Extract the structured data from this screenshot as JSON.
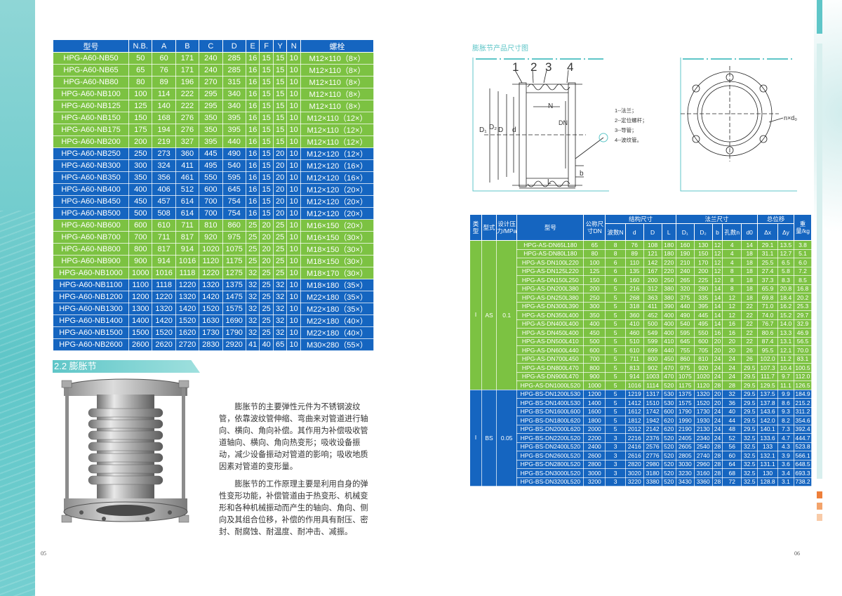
{
  "left_table": {
    "headers": [
      "型号",
      "N.B.",
      "A",
      "B",
      "C",
      "D",
      "E",
      "F",
      "Y",
      "N",
      "螺栓"
    ],
    "rows": [
      {
        "band": "g",
        "cells": [
          "HPG-A60-NB50",
          "50",
          "60",
          "171",
          "240",
          "285",
          "16",
          "15",
          "15",
          "10",
          "M12×110（8×）"
        ]
      },
      {
        "band": "g",
        "cells": [
          "HPG-A60-NB65",
          "65",
          "76",
          "171",
          "240",
          "285",
          "16",
          "15",
          "15",
          "10",
          "M12×110（8×）"
        ]
      },
      {
        "band": "g",
        "cells": [
          "HPG-A60-NB80",
          "80",
          "89",
          "196",
          "270",
          "315",
          "16",
          "15",
          "15",
          "10",
          "M12×110（8×）"
        ]
      },
      {
        "band": "g",
        "cells": [
          "HPG-A60-NB100",
          "100",
          "114",
          "222",
          "295",
          "340",
          "16",
          "15",
          "15",
          "10",
          "M12×110（8×）"
        ]
      },
      {
        "band": "g",
        "cells": [
          "HPG-A60-NB125",
          "125",
          "140",
          "222",
          "295",
          "340",
          "16",
          "15",
          "15",
          "10",
          "M12×110（8×）"
        ]
      },
      {
        "band": "g",
        "cells": [
          "HPG-A60-NB150",
          "150",
          "168",
          "276",
          "350",
          "395",
          "16",
          "15",
          "15",
          "10",
          "M12×110（12×）"
        ]
      },
      {
        "band": "g",
        "cells": [
          "HPG-A60-NB175",
          "175",
          "194",
          "276",
          "350",
          "395",
          "16",
          "15",
          "15",
          "10",
          "M12×110（12×）"
        ]
      },
      {
        "band": "g",
        "cells": [
          "HPG-A60-NB200",
          "200",
          "219",
          "327",
          "395",
          "440",
          "16",
          "15",
          "15",
          "10",
          "M12×110（12×）"
        ]
      },
      {
        "band": "b",
        "cells": [
          "HPG-A60-NB250",
          "250",
          "273",
          "360",
          "445",
          "490",
          "16",
          "15",
          "20",
          "10",
          "M12×120（12×）"
        ]
      },
      {
        "band": "b",
        "cells": [
          "HPG-A60-NB300",
          "300",
          "324",
          "411",
          "495",
          "540",
          "16",
          "15",
          "20",
          "10",
          "M12×120（16×）"
        ]
      },
      {
        "band": "b",
        "cells": [
          "HPG-A60-NB350",
          "350",
          "356",
          "461",
          "550",
          "595",
          "16",
          "15",
          "20",
          "10",
          "M12×120（16×）"
        ]
      },
      {
        "band": "b",
        "cells": [
          "HPG-A60-NB400",
          "400",
          "406",
          "512",
          "600",
          "645",
          "16",
          "15",
          "20",
          "10",
          "M12×120（20×）"
        ]
      },
      {
        "band": "b",
        "cells": [
          "HPG-A60-NB450",
          "450",
          "457",
          "614",
          "700",
          "754",
          "16",
          "15",
          "20",
          "10",
          "M12×120（20×）"
        ]
      },
      {
        "band": "b",
        "cells": [
          "HPG-A60-NB500",
          "500",
          "508",
          "614",
          "700",
          "754",
          "16",
          "15",
          "20",
          "10",
          "M12×120（20×）"
        ]
      },
      {
        "band": "g",
        "cells": [
          "HPG-A60-NB600",
          "600",
          "610",
          "711",
          "810",
          "860",
          "25",
          "20",
          "25",
          "10",
          "M16×150（20×）"
        ]
      },
      {
        "band": "g",
        "cells": [
          "HPG-A60-NB700",
          "700",
          "711",
          "817",
          "920",
          "975",
          "25",
          "20",
          "25",
          "10",
          "M16×150（30×）"
        ]
      },
      {
        "band": "g",
        "cells": [
          "HPG-A60-NB800",
          "800",
          "817",
          "914",
          "1020",
          "1075",
          "25",
          "20",
          "25",
          "10",
          "M18×150（30×）"
        ]
      },
      {
        "band": "g",
        "cells": [
          "HPG-A60-NB900",
          "900",
          "914",
          "1016",
          "1120",
          "1175",
          "25",
          "20",
          "25",
          "10",
          "M18×150（30×）"
        ]
      },
      {
        "band": "g",
        "cells": [
          "HPG-A60-NB1000",
          "1000",
          "1016",
          "1118",
          "1220",
          "1275",
          "32",
          "25",
          "25",
          "10",
          "M18×170（30×）"
        ]
      },
      {
        "band": "b",
        "cells": [
          "HPG-A60-NB1100",
          "1100",
          "1118",
          "1220",
          "1320",
          "1375",
          "32",
          "25",
          "32",
          "10",
          "M18×180（35×）"
        ]
      },
      {
        "band": "b",
        "cells": [
          "HPG-A60-NB1200",
          "1200",
          "1220",
          "1320",
          "1420",
          "1475",
          "32",
          "25",
          "32",
          "10",
          "M22×180（35×）"
        ]
      },
      {
        "band": "b",
        "cells": [
          "HPG-A60-NB1300",
          "1300",
          "1320",
          "1420",
          "1520",
          "1575",
          "32",
          "25",
          "32",
          "10",
          "M22×180（35×）"
        ]
      },
      {
        "band": "b",
        "cells": [
          "HPG-A60-NB1400",
          "1400",
          "1420",
          "1520",
          "1630",
          "1690",
          "32",
          "25",
          "32",
          "10",
          "M22×180（40×）"
        ]
      },
      {
        "band": "b",
        "cells": [
          "HPG-A60-NB1500",
          "1500",
          "1520",
          "1620",
          "1730",
          "1790",
          "32",
          "25",
          "32",
          "10",
          "M22×180（40×）"
        ]
      },
      {
        "band": "b",
        "cells": [
          "HPG-A60-NB2600",
          "2600",
          "2620",
          "2720",
          "2830",
          "2920",
          "41",
          "40",
          "65",
          "10",
          "M30×280（55×）"
        ]
      }
    ]
  },
  "section": {
    "title": "2.2 膨胀节"
  },
  "description": {
    "p1": "膨胀节的主要弹性元件为不锈钢波纹管，依靠波纹管伸缩、弯曲来对管道进行轴向、横向、角向补偿。其作用为补偿吸收管道轴向、横向、角向热变形；吸收设备振动，减少设备振动对管道的影响；吸收地质因素对管道的变形量。",
    "p2": "膨胀节的工作原理主要是利用自身的弹性变形功能，补偿管道由于热变形、机械变形和各种机械振动而产生的轴向、角向、侧向及其组合位移，补偿的作用具有耐压、密封、耐腐蚀、耐温度、耐冲击、减振。"
  },
  "diagram": {
    "title": "膨胀节产品尺寸图",
    "callouts": [
      "1",
      "2",
      "3",
      "4"
    ],
    "legend": [
      "1--法兰；",
      "2--定位螺杆；",
      "3--导管；",
      "4--波纹管。"
    ],
    "dims": [
      "N",
      "DN",
      "D₁",
      "D₂",
      "D",
      "d",
      "b",
      "L",
      "n×d₀"
    ]
  },
  "right_table": {
    "headers": {
      "col_type": "类型",
      "col_form": "型式",
      "col_press": "设计压力/MPa",
      "col_model": "型号",
      "col_dn": "公称尺寸DN",
      "grp_struct": "结构尺寸",
      "grp_flange": "法兰尺寸",
      "grp_disp": "总位移",
      "col_weight": "重量/kg",
      "sub": [
        "波数N",
        "d",
        "D",
        "L",
        "D₁",
        "D₂",
        "b",
        "孔数n",
        "d0",
        "Δx",
        "Δy"
      ]
    },
    "groups": [
      {
        "band": "g",
        "type": "Ⅰ",
        "form": "AS",
        "pressure": "0.1",
        "rows": [
          [
            "HPG-AS-DN65L180",
            "65",
            "8",
            "76",
            "108",
            "180",
            "160",
            "130",
            "12",
            "4",
            "14",
            "29.1",
            "13.5",
            "3.8"
          ],
          [
            "HPG-AS-DN80L180",
            "80",
            "8",
            "89",
            "121",
            "180",
            "190",
            "150",
            "12",
            "4",
            "18",
            "31.1",
            "12.7",
            "5.1"
          ],
          [
            "HPG-AS-DN100L220",
            "100",
            "6",
            "110",
            "142",
            "220",
            "210",
            "170",
            "12",
            "4",
            "18",
            "25.5",
            "6.5",
            "6.0"
          ],
          [
            "HPG-AS-DN125L220",
            "125",
            "6",
            "135",
            "167",
            "220",
            "240",
            "200",
            "12",
            "8",
            "18",
            "27.4",
            "5.8",
            "7.2"
          ],
          [
            "HPG-AS-DN150L250",
            "150",
            "6",
            "160",
            "200",
            "250",
            "265",
            "225",
            "12",
            "8",
            "18",
            "37.3",
            "8.3",
            "8.5"
          ],
          [
            "HPG-AS-DN200L380",
            "200",
            "5",
            "216",
            "312",
            "380",
            "320",
            "280",
            "14",
            "8",
            "18",
            "65.9",
            "20.8",
            "16.8"
          ],
          [
            "HPG-AS-DN250L380",
            "250",
            "5",
            "268",
            "363",
            "380",
            "375",
            "335",
            "14",
            "12",
            "18",
            "69.8",
            "18.4",
            "20.2"
          ],
          [
            "HPG-AS-DN300L390",
            "300",
            "5",
            "318",
            "411",
            "390",
            "440",
            "395",
            "14",
            "12",
            "22",
            "71.0",
            "16.2",
            "25.3"
          ],
          [
            "HPG-AS-DN350L400",
            "350",
            "5",
            "360",
            "452",
            "400",
            "490",
            "445",
            "14",
            "12",
            "22",
            "74.0",
            "15.2",
            "29.7"
          ],
          [
            "HPG-AS-DN400L400",
            "400",
            "5",
            "410",
            "500",
            "400",
            "540",
            "495",
            "14",
            "16",
            "22",
            "76.7",
            "14.0",
            "32.9"
          ],
          [
            "HPG-AS-DN450L400",
            "450",
            "5",
            "460",
            "549",
            "400",
            "595",
            "550",
            "16",
            "16",
            "22",
            "80.6",
            "13.3",
            "46.9"
          ],
          [
            "HPG-AS-DN500L410",
            "500",
            "5",
            "510",
            "599",
            "410",
            "645",
            "600",
            "20",
            "20",
            "22",
            "87.4",
            "13.1",
            "56.5"
          ],
          [
            "HPG-AS-DN600L440",
            "600",
            "5",
            "610",
            "699",
            "440",
            "755",
            "705",
            "20",
            "20",
            "26",
            "95.5",
            "12.1",
            "70.0"
          ],
          [
            "HPG-AS-DN700L450",
            "700",
            "5",
            "711",
            "800",
            "450",
            "860",
            "810",
            "24",
            "24",
            "26",
            "102.0",
            "11.2",
            "83.1"
          ],
          [
            "HPG-AS-DN800L470",
            "800",
            "5",
            "813",
            "902",
            "470",
            "975",
            "920",
            "24",
            "24",
            "29.5",
            "107.3",
            "10.4",
            "100.5"
          ],
          [
            "HPG-AS-DN900L470",
            "900",
            "5",
            "914",
            "1003",
            "470",
            "1075",
            "1020",
            "24",
            "24",
            "29.5",
            "111.7",
            "9.7",
            "112.0"
          ],
          [
            "HPG-AS-DN1000L520",
            "1000",
            "5",
            "1016",
            "1114",
            "520",
            "1175",
            "1120",
            "28",
            "28",
            "29.5",
            "129.5",
            "11.1",
            "126.5"
          ]
        ]
      },
      {
        "band": "b",
        "type": "Ⅰ",
        "form": "BS",
        "pressure": "0.05",
        "rows": [
          [
            "HPG-BS-DN1200L530",
            "1200",
            "5",
            "1219",
            "1317",
            "530",
            "1375",
            "1320",
            "20",
            "32",
            "29.5",
            "137.5",
            "9.9",
            "184.9"
          ],
          [
            "HPG-BS-DN1400L530",
            "1400",
            "5",
            "1412",
            "1510",
            "530",
            "1575",
            "1520",
            "20",
            "36",
            "29.5",
            "137.8",
            "8.6",
            "215.2"
          ],
          [
            "HPG-BS-DN1600L600",
            "1600",
            "5",
            "1612",
            "1742",
            "600",
            "1790",
            "1730",
            "24",
            "40",
            "29.5",
            "143.6",
            "9.3",
            "311.2"
          ],
          [
            "HPG-BS-DN1800L620",
            "1800",
            "5",
            "1812",
            "1942",
            "620",
            "1990",
            "1930",
            "24",
            "44",
            "29.5",
            "142.0",
            "8.2",
            "354.6"
          ],
          [
            "HPG-BS-DN2000L620",
            "2000",
            "5",
            "2012",
            "2142",
            "620",
            "2190",
            "2130",
            "24",
            "48",
            "29.5",
            "140.1",
            "7.3",
            "392.4"
          ],
          [
            "HPG-BS-DN2200L520",
            "2200",
            "3",
            "2216",
            "2376",
            "520",
            "2405",
            "2340",
            "24",
            "52",
            "32.5",
            "133.6",
            "4.7",
            "444.7"
          ],
          [
            "HPG-BS-DN2400L520",
            "2400",
            "3",
            "2416",
            "2576",
            "520",
            "2605",
            "2540",
            "28",
            "56",
            "32.5",
            "133",
            "4.3",
            "523.8"
          ],
          [
            "HPG-BS-DN2600L520",
            "2600",
            "3",
            "2616",
            "2776",
            "520",
            "2805",
            "2740",
            "28",
            "60",
            "32.5",
            "132.1",
            "3.9",
            "566.1"
          ],
          [
            "HPG-BS-DN2800L520",
            "2800",
            "3",
            "2820",
            "2980",
            "520",
            "3030",
            "2960",
            "28",
            "64",
            "32.5",
            "131.1",
            "3.6",
            "648.5"
          ],
          [
            "HPG-BS-DN3000L520",
            "3000",
            "3",
            "3020",
            "3180",
            "520",
            "3230",
            "3160",
            "28",
            "68",
            "32.5",
            "130",
            "3.4",
            "693.3"
          ],
          [
            "HPG-BS-DN3200L520",
            "3200",
            "3",
            "3220",
            "3380",
            "520",
            "3430",
            "3360",
            "28",
            "72",
            "32.5",
            "128.8",
            "3.1",
            "738.2"
          ]
        ]
      }
    ]
  },
  "page_numbers": {
    "left": "05",
    "right": "06"
  },
  "colors": {
    "green": "#7cc242",
    "blue": "#1565c0",
    "teal": "#5fc6c8",
    "orange": "#ee7f3a"
  }
}
